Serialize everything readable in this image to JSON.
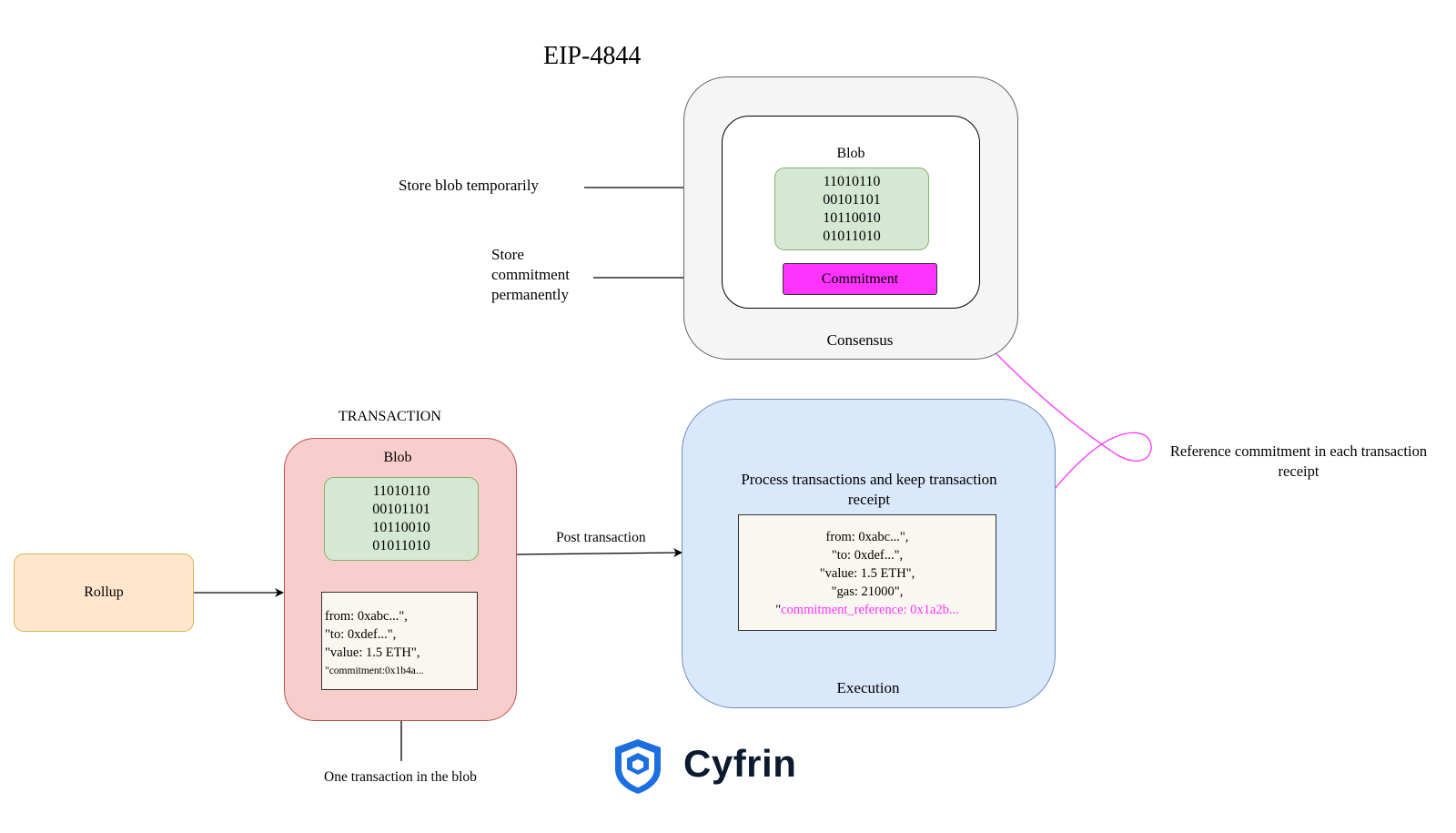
{
  "title": "EIP-4844",
  "consensus": {
    "label": "Consensus",
    "blob_label": "Blob",
    "blob_bits": [
      "11010110",
      "00101101",
      "10110010",
      "01011010"
    ],
    "commitment_label": "Commitment",
    "store_blob_label": "Store blob temporarily",
    "store_commitment_label": [
      "Store",
      "commitment",
      "permanently"
    ]
  },
  "transaction": {
    "heading": "TRANSACTION",
    "blob_label": "Blob",
    "blob_bits": [
      "11010110",
      "00101101",
      "10110010",
      "01011010"
    ],
    "tx_lines": [
      "from: 0xabc...\",",
      "\"to: 0xdef...\",",
      "\"value: 1.5 ETH\","
    ],
    "tx_commitment_line": "\"commitment:0x1b4a...",
    "one_tx_label": "One transaction in the blob"
  },
  "rollup": {
    "label": "Rollup"
  },
  "post_transaction_label": "Post transaction",
  "execution": {
    "label": "Execution",
    "process_label": [
      "Process transactions and keep transaction",
      "receipt"
    ],
    "receipt_lines": [
      "from: 0xabc...\",",
      "\"to: 0xdef...\",",
      "\"value: 1.5 ETH\",",
      "\"gas: 21000\","
    ],
    "receipt_ref_quote": "\"",
    "receipt_ref_text": "commitment_reference: 0x1a2b..."
  },
  "reference_label": [
    "Reference commitment in each transaction",
    "receipt"
  ],
  "logo": {
    "name": "Cyfrin"
  },
  "colors": {
    "commitment_magenta": "#ff33ff",
    "blob_green_fill": "#d5e8d4",
    "blob_green_border": "#82b366",
    "tx_red_fill": "#f8cecc",
    "tx_red_border": "#b85450",
    "rollup_fill": "#ffe6cc",
    "rollup_border": "#d6b656",
    "execution_fill": "#dae8fc",
    "execution_border": "#6c8ebf",
    "consensus_fill": "#f5f5f5",
    "logo_blue": "#1d6fe0",
    "logo_text": "#0b1a2e"
  },
  "icons": {
    "logo_mark": "cyfrin-shield-icon"
  }
}
